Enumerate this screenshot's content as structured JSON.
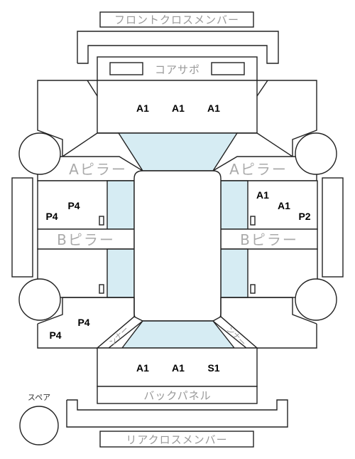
{
  "labels": {
    "front_cross_member": "フロントクロスメンバー",
    "core_support": "コアサポ",
    "a_pillar": "Aピラー",
    "b_pillar": "Bピラー",
    "back_panel": "バックパネル",
    "rear_cross_member": "リアクロスメンバー",
    "spare": "スペア",
    "inner": "ンナー"
  },
  "codes": {
    "front": [
      "A1",
      "A1",
      "A1"
    ],
    "right_front_door": [
      "A1",
      "A1",
      "P2"
    ],
    "left_front_door": [
      "P4",
      "P4"
    ],
    "left_rear_quarter": [
      "P4",
      "P4"
    ],
    "rear": [
      "A1",
      "A1",
      "S1"
    ]
  }
}
